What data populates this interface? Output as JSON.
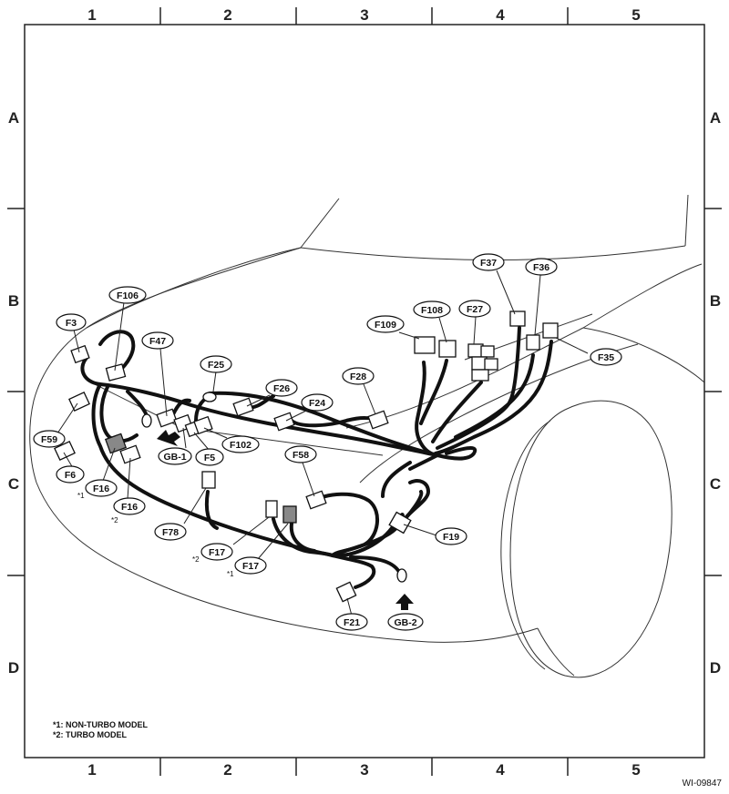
{
  "grid": {
    "columns": [
      "1",
      "2",
      "3",
      "4",
      "5"
    ],
    "rows": [
      "A",
      "B",
      "C",
      "D"
    ]
  },
  "callouts": [
    {
      "id": "f3",
      "label": "F3"
    },
    {
      "id": "f106",
      "label": "F106"
    },
    {
      "id": "f47",
      "label": "F47"
    },
    {
      "id": "f25",
      "label": "F25"
    },
    {
      "id": "f26",
      "label": "F26"
    },
    {
      "id": "f24",
      "label": "F24"
    },
    {
      "id": "f28",
      "label": "F28"
    },
    {
      "id": "f109",
      "label": "F109"
    },
    {
      "id": "f108",
      "label": "F108"
    },
    {
      "id": "f27",
      "label": "F27"
    },
    {
      "id": "f37",
      "label": "F37"
    },
    {
      "id": "f36",
      "label": "F36"
    },
    {
      "id": "f35",
      "label": "F35"
    },
    {
      "id": "f59",
      "label": "F59"
    },
    {
      "id": "f6",
      "label": "F6"
    },
    {
      "id": "f16a",
      "label": "F16"
    },
    {
      "id": "f16b",
      "label": "F16"
    },
    {
      "id": "gb1",
      "label": "GB-1"
    },
    {
      "id": "f5",
      "label": "F5"
    },
    {
      "id": "f102",
      "label": "F102"
    },
    {
      "id": "f58",
      "label": "F58"
    },
    {
      "id": "f78",
      "label": "F78"
    },
    {
      "id": "f17a",
      "label": "F17"
    },
    {
      "id": "f17b",
      "label": "F17"
    },
    {
      "id": "f19",
      "label": "F19"
    },
    {
      "id": "f21",
      "label": "F21"
    },
    {
      "id": "gb2",
      "label": "GB-2"
    }
  ],
  "markers": {
    "star1": "*1",
    "star2": "*2"
  },
  "notes": [
    "*1: NON-TURBO MODEL",
    "*2: TURBO MODEL"
  ],
  "figure_code": "WI-09847"
}
